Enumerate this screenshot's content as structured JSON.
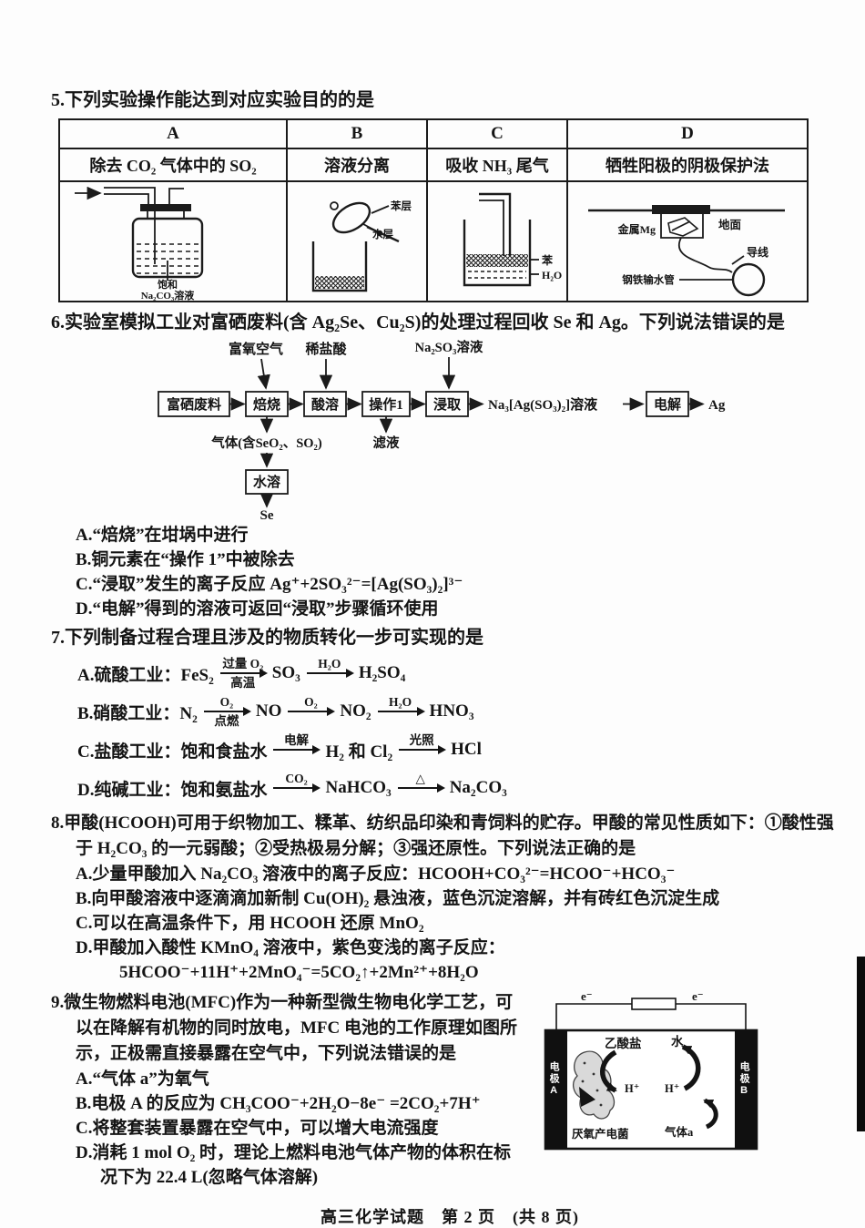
{
  "q5": {
    "stem": "5.下列实验操作能达到对应实验目的的是",
    "headers": [
      "A",
      "B",
      "C",
      "D"
    ],
    "purposes": [
      "除去 CO₂ 气体中的 SO₂",
      "溶液分离",
      "吸收 NH₃ 尾气",
      "牺牲阳极的阴极保护法"
    ],
    "figA": {
      "line1": "饱和",
      "line2": "Na₂CO₃溶液"
    },
    "figB": {
      "benzene_layer": "苯层",
      "water_layer": "水层"
    },
    "figC": {
      "benzene": "苯",
      "water": "H₂O"
    },
    "figD": {
      "metal": "金属Mg",
      "ground": "地面",
      "wire": "导线",
      "pipe": "钢铁输水管"
    }
  },
  "q6": {
    "stem": "6.实验室模拟工业对富硒废料(含 Ag₂Se、Cu₂S)的处理过程回收 Se 和 Ag。下列说法错误的是",
    "flow": {
      "input1": "富氧空气",
      "input2": "稀盐酸",
      "input3": "Na₂SO₃溶液",
      "box_waste": "富硒废料",
      "box_roast": "焙烧",
      "box_acid": "酸溶",
      "box_op1": "操作1",
      "box_leach": "浸取",
      "solution": "Na₃[Ag(SO₃)₂]溶液",
      "box_electrolysis": "电解",
      "silver": "Ag",
      "gas": "气体(含SeO₂、SO₂)",
      "filtrate": "滤液",
      "box_dissolve": "水溶",
      "selenium": "Se"
    },
    "options": [
      "A.“焙烧”在坩埚中进行",
      "B.铜元素在“操作 1”中被除去",
      "C.“浸取”发生的离子反应 Ag⁺+2SO₃²⁻=[Ag(SO₃)₂]³⁻",
      "D.“电解”得到的溶液可返回“浸取”步骤循环使用"
    ]
  },
  "q7": {
    "stem": "7.下列制备过程合理且涉及的物质转化一步可实现的是",
    "options": [
      {
        "chain": [
          {
            "t": "A.硫酸工业：FeS₂"
          },
          {
            "a": "过量 O₂",
            "b": "高温"
          },
          {
            "t": "SO₃"
          },
          {
            "a": "H₂O"
          },
          {
            "t": "H₂SO₄"
          }
        ]
      },
      {
        "chain": [
          {
            "t": "B.硝酸工业：N₂"
          },
          {
            "a": "O₂",
            "b": "点燃"
          },
          {
            "t": "NO"
          },
          {
            "a": "O₂"
          },
          {
            "t": "NO₂"
          },
          {
            "a": "H₂O"
          },
          {
            "t": "HNO₃"
          }
        ]
      },
      {
        "chain": [
          {
            "t": "C.盐酸工业：饱和食盐水"
          },
          {
            "a": "电解"
          },
          {
            "t": "H₂ 和 Cl₂"
          },
          {
            "a": "光照"
          },
          {
            "t": "HCl"
          }
        ]
      },
      {
        "chain": [
          {
            "t": "D.纯碱工业：饱和氨盐水"
          },
          {
            "a": "CO₂"
          },
          {
            "t": "NaHCO₃"
          },
          {
            "a": "△"
          },
          {
            "t": "Na₂CO₃"
          }
        ]
      }
    ]
  },
  "q8": {
    "stem": "8.甲酸(HCOOH)可用于织物加工、糅革、纺织品印染和青饲料的贮存。甲酸的常见性质如下：①酸性强于 H₂CO₃ 的一元弱酸；②受热极易分解；③强还原性。下列说法正确的是",
    "options": [
      "A.少量甲酸加入 Na₂CO₃ 溶液中的离子反应：HCOOH+CO₃²⁻=HCOO⁻+HCO₃⁻",
      "B.向甲酸溶液中逐滴滴加新制 Cu(OH)₂ 悬浊液，蓝色沉淀溶解，并有砖红色沉淀生成",
      "C.可以在高温条件下，用 HCOOH 还原 MnO₂",
      "D.甲酸加入酸性 KMnO₄ 溶液中，紫色变浅的离子反应："
    ],
    "d_equation": "5HCOO⁻+11H⁺+2MnO₄⁻=5CO₂↑+2Mn²⁺+8H₂O"
  },
  "q9": {
    "stem": "9.微生物燃料电池(MFC)作为一种新型微生物电化学工艺，可以在降解有机物的同时放电，MFC 电池的工作原理如图所示，正极需直接暴露在空气中，下列说法错误的是",
    "options": [
      "A.“气体 a”为氧气",
      "B.电极 A 的反应为 CH₃COO⁻+2H₂O−8e⁻ =2CO₂+7H⁺",
      "C.将整套装置暴露在空气中，可以增大电流强度",
      "D.消耗 1 mol O₂ 时，理论上燃料电池气体产物的体积在标况下为 22.4 L(忽略气体溶解)"
    ],
    "figure": {
      "e_left": "e⁻",
      "e_right": "e⁻",
      "electrode_a": "电极A",
      "electrode_b": "电极B",
      "acetate": "乙酸盐",
      "h_plus_left": "H⁺",
      "h_plus_right": "H⁺",
      "water": "水",
      "gas_a": "气体a",
      "bacteria": "厌氧产电菌"
    }
  },
  "footer": "高三化学试题　第 2 页　(共 8 页)"
}
